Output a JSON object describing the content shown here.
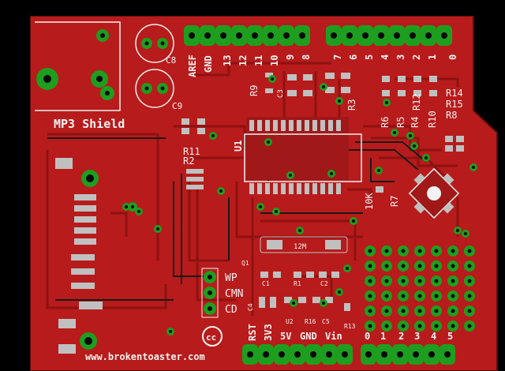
{
  "board": {
    "title": "MP3 Shield",
    "website": "www.brokentoaster.com",
    "cc_badge": "cc",
    "top_header_pins": [
      "AREF",
      "GND",
      "13",
      "12",
      "11",
      "10",
      "9",
      "8",
      "7",
      "6",
      "5",
      "4",
      "3",
      "2",
      "1",
      "0"
    ],
    "bottom_left_pins": [
      "RST",
      "3V3"
    ],
    "bottom_power_pins": [
      "5V",
      "GND",
      "Vin"
    ],
    "bottom_analog_pins": [
      "0",
      "1",
      "2",
      "3",
      "4",
      "5"
    ],
    "flash_labels": [
      "WP",
      "CMN",
      "CD"
    ],
    "components": {
      "c8": "C8",
      "c9": "C9",
      "u1": "U1",
      "r9": "R9",
      "c3": "C3",
      "r3": "R3",
      "r4": "R4",
      "r6": "R6",
      "r5": "R5",
      "r12": "R12",
      "r10": "R10",
      "r14": "R14",
      "r15": "R15",
      "r8": "R8",
      "r11": "R11",
      "r2": "R2",
      "r7": "R7",
      "r10k": "10K",
      "q1": "Q1",
      "r1": "R1",
      "c1": "C1",
      "c2": "C2",
      "c4": "C4",
      "u2": "U2",
      "r16": "R16",
      "c5": "C5",
      "r13": "R13",
      "xtal": "12M"
    },
    "colors": {
      "background": "#000000",
      "copper": "#b81b1b",
      "trace": "#d02222",
      "pad": "#1e9e1e",
      "silk": "#f2f2f2"
    }
  }
}
